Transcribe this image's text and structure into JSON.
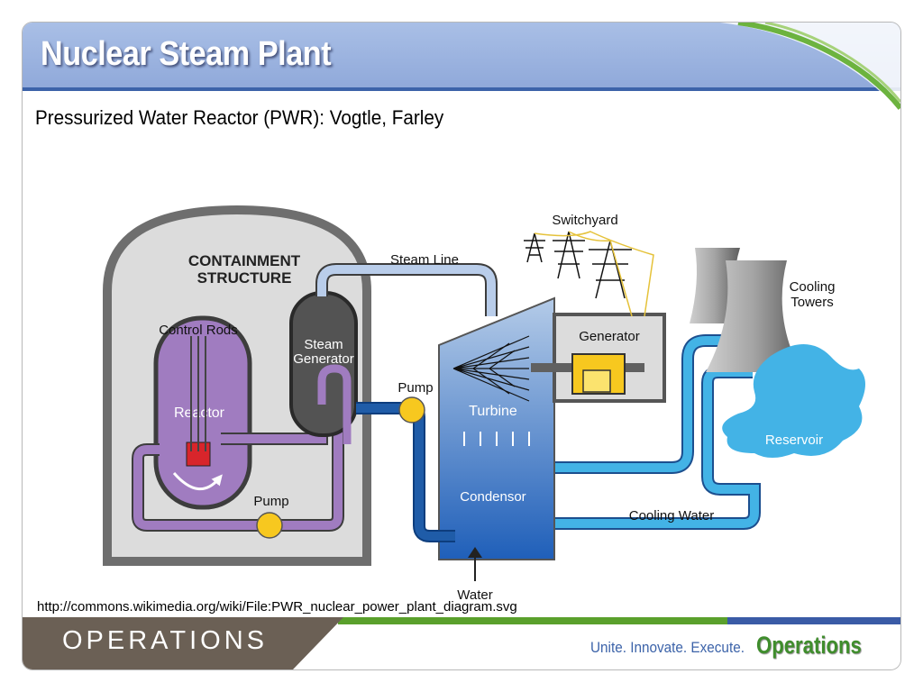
{
  "header": {
    "title": "Nuclear Steam Plant"
  },
  "subtitle": "Pressurized Water Reactor (PWR): Vogtle, Farley",
  "diagram": {
    "labels": {
      "containment": [
        "CONTAINMENT",
        "STRUCTURE"
      ],
      "control_rods": "Control Rods",
      "reactor": "Reactor",
      "steam_generator": [
        "Steam",
        "Generator"
      ],
      "steam_line": "Steam Line",
      "pump_top": "Pump",
      "pump_bottom": "Pump",
      "turbine": "Turbine",
      "condensor": "Condensor",
      "water": "Water",
      "generator": "Generator",
      "switchyard": "Switchyard",
      "cooling_towers": [
        "Cooling",
        "Towers"
      ],
      "reservoir": "Reservoir",
      "cooling_water": "Cooling Water"
    }
  },
  "caption_url": "http://commons.wikimedia.org/wiki/File:PWR_nuclear_power_plant_diagram.svg",
  "footer": {
    "label": "OPERATIONS",
    "tagline": "Unite. Innovate. Execute.",
    "brand": "Operations"
  },
  "colors": {
    "title_bar": "#98b0df",
    "primary_loop": "#a07cc0",
    "secondary_loop": "#1f5ca8",
    "cooling_loop": "#43b3e6",
    "steam_line": "#b9cdea",
    "pump": "#f7c81f",
    "footer_gray": "#6b6055",
    "footer_green": "#5aa02c",
    "footer_blue": "#3a5ba6"
  }
}
